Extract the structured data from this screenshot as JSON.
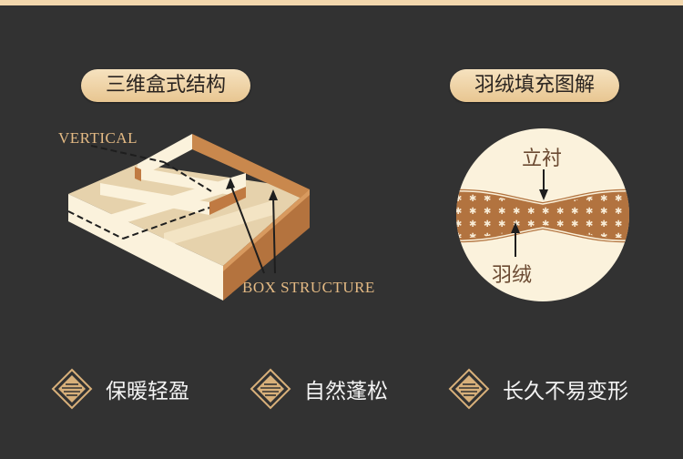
{
  "colors": {
    "background": "#323232",
    "accent": "#f2d7ad",
    "gold": "#e4ba84",
    "brown": "#b4733e",
    "cream": "#fbf2dc"
  },
  "left_panel": {
    "title": "三维盒式结构",
    "label_vertical": "VERTICAL",
    "label_box": "BOX STRUCTURE"
  },
  "right_panel": {
    "title": "羽绒填充图解",
    "label_lining": "立衬",
    "label_down": "羽绒"
  },
  "features": [
    {
      "icon": "diamond-stripes-icon",
      "label": "保暖轻盈"
    },
    {
      "icon": "diamond-stripes-icon",
      "label": "自然蓬松"
    },
    {
      "icon": "diamond-stripes-icon",
      "label": "长久不易变形"
    }
  ]
}
